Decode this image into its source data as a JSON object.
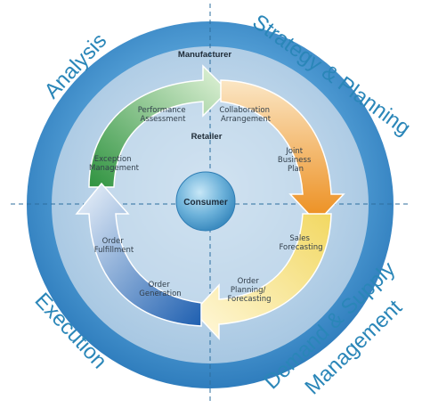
{
  "quadrants": {
    "analysis": "Analysis",
    "strategy": "Strategy & Planning",
    "execution": "Execution",
    "demand_line1": "Demand & Supply",
    "demand_line2": "Management"
  },
  "ring_labels": {
    "top": "Manufacturer",
    "inner": "Retailer",
    "center": "Consumer"
  },
  "steps": [
    {
      "lines": [
        "Performance",
        "Assessment"
      ]
    },
    {
      "lines": [
        "Collaboration",
        "Arrangement"
      ]
    },
    {
      "lines": [
        "Joint",
        "Business",
        "Plan"
      ]
    },
    {
      "lines": [
        "Sales",
        "Forecasting"
      ]
    },
    {
      "lines": [
        "Order",
        "Planning/",
        "Forecasting"
      ]
    },
    {
      "lines": [
        "Order",
        "Generation"
      ]
    },
    {
      "lines": [
        "Order",
        "Fulfillment"
      ]
    },
    {
      "lines": [
        "Exception",
        "Management"
      ]
    }
  ],
  "colors": {
    "outer_ring": "#3f8fc8",
    "middle_disc": "#a9cbe6",
    "center": "#6fb3d9",
    "green": "#5bb04f",
    "orange": "#ee9a2a",
    "yellow": "#f3dc74",
    "blue": "#2f6fb8",
    "quadrant_text": "#2a86b8"
  }
}
